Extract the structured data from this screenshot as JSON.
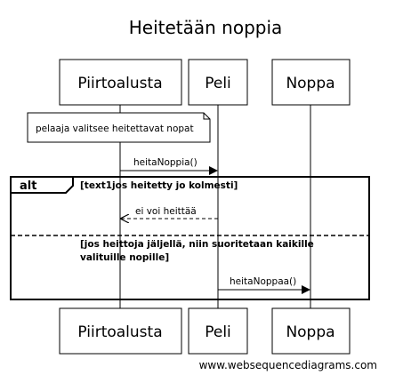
{
  "diagram": {
    "title": "Heitetään noppia",
    "participants": [
      {
        "id": "piirtoalusta",
        "label": "Piirtoalusta"
      },
      {
        "id": "peli",
        "label": "Peli"
      },
      {
        "id": "noppa",
        "label": "Noppa"
      }
    ],
    "note": {
      "text": "pelaaja valitsee heitettavat nopat"
    },
    "messages": [
      {
        "label": "heitaNoppia()"
      },
      {
        "label": "ei voi heittää"
      },
      {
        "label": "heitaNoppaa()"
      }
    ],
    "alt": {
      "keyword": "alt",
      "guard1": "[text1jos heitetty jo kolmesti]",
      "guard2_line1": "[jos heittoja jäljellä, niin suoritetaan kaikille",
      "guard2_line2": "valituille nopille]"
    },
    "footer": "www.websequencediagrams.com"
  }
}
